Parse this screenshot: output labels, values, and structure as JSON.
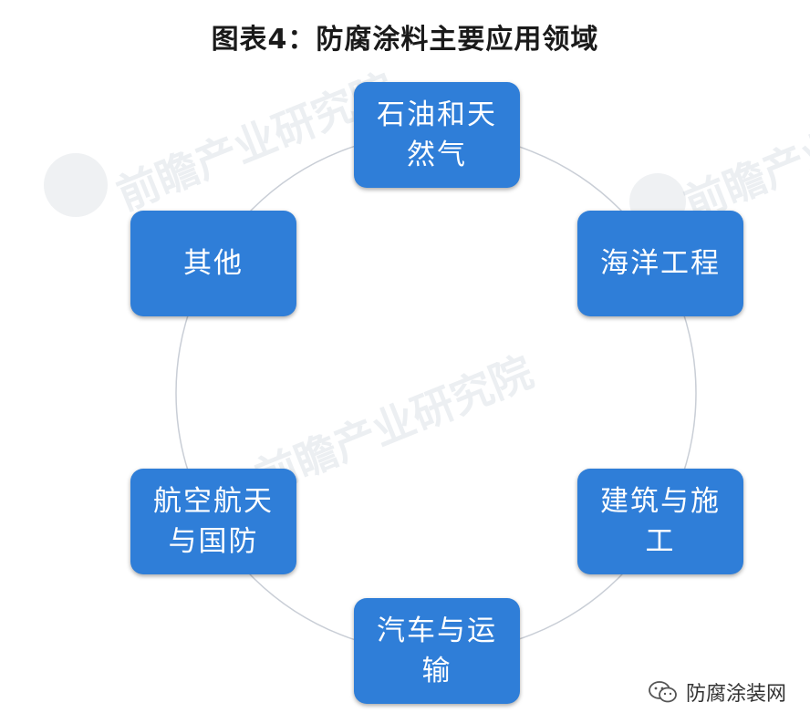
{
  "title": "图表4：防腐涂料主要应用领域",
  "nodes": [
    {
      "id": "oil-gas",
      "label": "石油和天然气"
    },
    {
      "id": "marine",
      "label": "海洋工程"
    },
    {
      "id": "construction",
      "label": "建筑与施工"
    },
    {
      "id": "automotive",
      "label": "汽车与运输"
    },
    {
      "id": "aerospace",
      "label": "航空航天与国防"
    },
    {
      "id": "other",
      "label": "其他"
    }
  ],
  "watermark": {
    "brand": "前瞻产业研究院"
  },
  "source": {
    "account": "防腐涂装网",
    "icon": "wechat-icon"
  },
  "colors": {
    "node_fill": "#2f7ed8",
    "ring": "#c9ced6",
    "title": "#1a1a1a"
  }
}
